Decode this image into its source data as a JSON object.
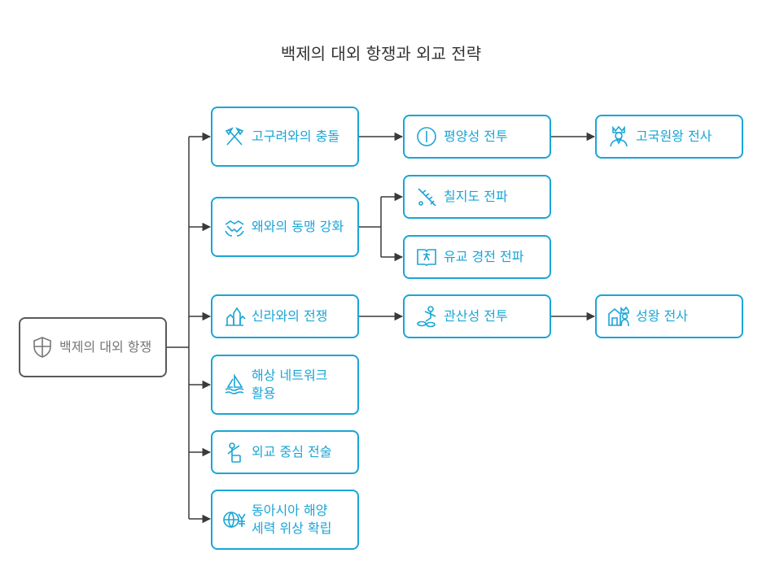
{
  "title": "백제의 대외 항쟁과 외교 전략",
  "colors": {
    "accent": "#1aa5d6",
    "root_border": "#595959",
    "root_text": "#767676",
    "connector": "#3a3a3a"
  },
  "nodes": {
    "root": {
      "label": "백제의 대외 항쟁",
      "icon": "shield-icon"
    },
    "goguryeo": {
      "label": "고구려와의 충돌",
      "icon": "crossed-axes-icon"
    },
    "wa_alliance": {
      "label": "왜와의 동맹 강화",
      "icon": "handshake-icon"
    },
    "silla_war": {
      "label": "신라와의 전쟁",
      "icon": "castle-icon"
    },
    "maritime": {
      "label": "해상 네트워크 활용",
      "icon": "sailboat-icon"
    },
    "diplomacy": {
      "label": "외교 중심 전술",
      "icon": "speaker-person-icon"
    },
    "east_asia": {
      "label": "동아시아 해양 세력 위상 확립",
      "icon": "globe-currency-icon"
    },
    "pyongyang": {
      "label": "평양성 전투",
      "icon": "circle-bar-icon"
    },
    "king_gogukwon": {
      "label": "고국원왕 전사",
      "icon": "king-icon"
    },
    "chiljido": {
      "label": "칠지도 전파",
      "icon": "sword-icon"
    },
    "confucian": {
      "label": "유교 경전 전파",
      "icon": "book-translate-icon"
    },
    "gwansan": {
      "label": "관산성 전투",
      "icon": "battle-icon"
    },
    "king_seong": {
      "label": "성왕 전사",
      "icon": "crowned-king-icon"
    }
  }
}
